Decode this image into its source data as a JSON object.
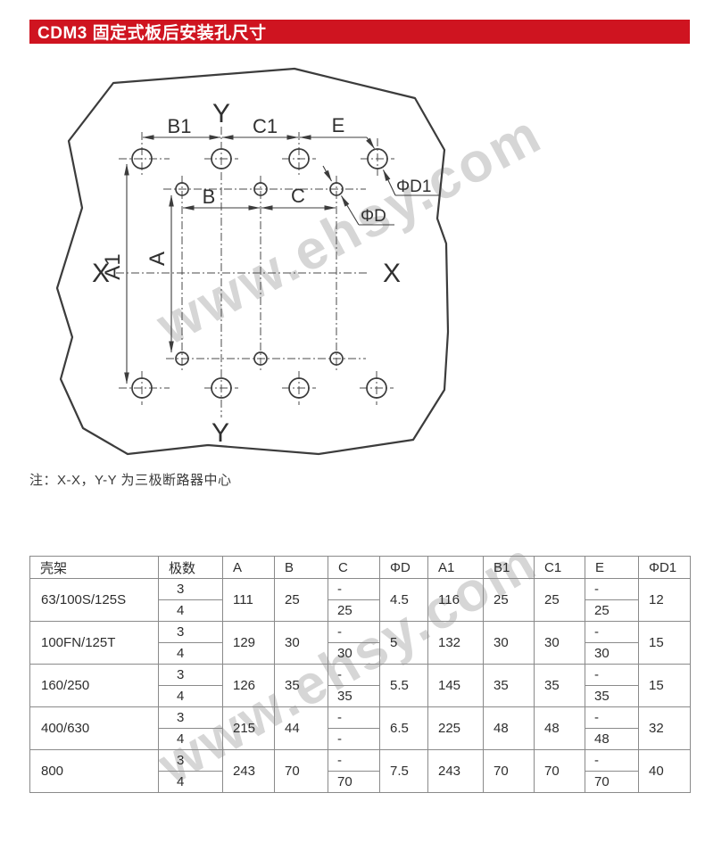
{
  "header": {
    "title": "CDM3 固定式板后安装孔尺寸",
    "bar_color": "#cf1420",
    "text_color": "#ffffff"
  },
  "watermark": {
    "text": "www.ehsy.com"
  },
  "note": "注：X-X，Y-Y 为三极断路器中心",
  "diagram": {
    "labels": {
      "y_top": "Y",
      "y_bottom": "Y",
      "x_left": "X",
      "x_right": "X",
      "b1": "B1",
      "c1": "C1",
      "e": "E",
      "b": "B",
      "c": "C",
      "a1": "A1",
      "a": "A",
      "phi_d1": "ΦD1",
      "phi_d": "ΦD"
    }
  },
  "table": {
    "headers": [
      "壳架",
      "极数",
      "A",
      "B",
      "C",
      "ΦD",
      "A1",
      "B1",
      "C1",
      "E",
      "ΦD1"
    ],
    "rows": [
      {
        "frame": "63/100S/125S",
        "poles": [
          "3",
          "4"
        ],
        "A": "111",
        "B": "25",
        "C": [
          "-",
          "25"
        ],
        "phiD": "4.5",
        "A1": "116",
        "B1": "25",
        "C1": "25",
        "E": [
          "-",
          "25"
        ],
        "phiD1": "12"
      },
      {
        "frame": "100FN/125T",
        "poles": [
          "3",
          "4"
        ],
        "A": "129",
        "B": "30",
        "C": [
          "-",
          "30"
        ],
        "phiD": "5",
        "A1": "132",
        "B1": "30",
        "C1": "30",
        "E": [
          "-",
          "30"
        ],
        "phiD1": "15"
      },
      {
        "frame": "160/250",
        "poles": [
          "3",
          "4"
        ],
        "A": "126",
        "B": "35",
        "C": [
          "-",
          "35"
        ],
        "phiD": "5.5",
        "A1": "145",
        "B1": "35",
        "C1": "35",
        "E": [
          "-",
          "35"
        ],
        "phiD1": "15"
      },
      {
        "frame": "400/630",
        "poles": [
          "3",
          "4"
        ],
        "A": "215",
        "B": "44",
        "C": [
          "-",
          "-"
        ],
        "phiD": "6.5",
        "A1": "225",
        "B1": "48",
        "C1": "48",
        "E": [
          "-",
          "48"
        ],
        "phiD1": "32"
      },
      {
        "frame": "800",
        "poles": [
          "3",
          "4"
        ],
        "A": "243",
        "B": "70",
        "C": [
          "-",
          "70"
        ],
        "phiD": "7.5",
        "A1": "243",
        "B1": "70",
        "C1": "70",
        "E": [
          "-",
          "70"
        ],
        "phiD1": "40"
      }
    ]
  }
}
